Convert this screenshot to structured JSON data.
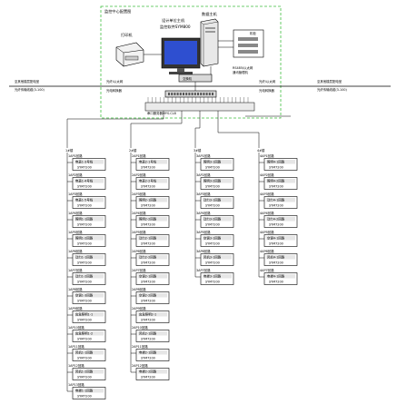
{
  "monitor_center": {
    "title": "监控中心配置图",
    "printer_label": "打印机",
    "computer_label": "设计单位主机",
    "computer_sublabel": "监控软件SYM800",
    "host_label": "数据主机",
    "cabinet_label": "机柜",
    "rs_label": "RS485/以太网",
    "converter_label": "通讯管理机",
    "switch_label": "交换机",
    "gateway_label": "串口服务器MYS-CL8"
  },
  "bus": {
    "left_label_1": "至其他楼层配电室",
    "left_label_2": "光纤传输线缆(3-100)",
    "right_label_1": "至其他楼层配电室",
    "right_label_2": "光纤传输线缆(3-100)",
    "mid_left": "光纤/以太网",
    "mid_right": "光纤/以太网",
    "mid_left2": "光电转换器",
    "mid_right2": "光电转换器"
  },
  "columns": [
    {
      "header": "1#楼",
      "items": [
        {
          "tag": "1AP1回路",
          "name": "电表1-3号线",
          "model": "SYM7200"
        },
        {
          "tag": "1AP2回路",
          "name": "电表1-4号线",
          "model": "SYM7200"
        },
        {
          "tag": "1AP3回路",
          "name": "电表1-5号线",
          "model": "SYM7200"
        },
        {
          "tag": "1AP4回路",
          "name": "照明1-1回路",
          "model": "SYM7200"
        },
        {
          "tag": "1AP5回路",
          "name": "照明1-2回路",
          "model": "SYM7200"
        },
        {
          "tag": "1AP6回路",
          "name": "动力1-1回路",
          "model": "SYM7200"
        },
        {
          "tag": "1AP7回路",
          "name": "动力1-2回路",
          "model": "SYM7200"
        },
        {
          "tag": "1AP8回路",
          "name": "空调1-3回路",
          "model": "SYM7200"
        },
        {
          "tag": "1AP9回路",
          "name": "应急照明1-1",
          "model": "SYM7200"
        },
        {
          "tag": "1AP10回路",
          "name": "应急照明1-2",
          "model": "SYM7200"
        },
        {
          "tag": "1AP11回路",
          "name": "风机1-1回路",
          "model": "SYM7200"
        },
        {
          "tag": "1AP12回路",
          "name": "风机1-2回路",
          "model": "SYM7200"
        },
        {
          "tag": "1AP13回路",
          "name": "电梯1-1回路",
          "model": "SYM7200"
        }
      ]
    },
    {
      "header": "2#楼",
      "items": [
        {
          "tag": "2AP1回路",
          "name": "电表2-1号线",
          "model": "SYM7200"
        },
        {
          "tag": "2AP2回路",
          "name": "电表2-2号线",
          "model": "SYM7200"
        },
        {
          "tag": "2AP3回路",
          "name": "照明2-1回路",
          "model": "SYM7200"
        },
        {
          "tag": "2AP4回路",
          "name": "照明2-2回路",
          "model": "SYM7200"
        },
        {
          "tag": "2AP5回路",
          "name": "动力2-1回路",
          "model": "SYM7200"
        },
        {
          "tag": "2AP6回路",
          "name": "动力2-2回路",
          "model": "SYM7200"
        },
        {
          "tag": "2AP7回路",
          "name": "空调2-1回路",
          "model": "SYM7200"
        },
        {
          "tag": "2AP8回路",
          "name": "空调2-2回路",
          "model": "SYM7200"
        },
        {
          "tag": "2AP9回路",
          "name": "应急照明2-1",
          "model": "SYM7200"
        },
        {
          "tag": "2AP10回路",
          "name": "风机2-1回路",
          "model": "SYM7200"
        },
        {
          "tag": "2AP11回路",
          "name": "电梯2-1回路",
          "model": "SYM7200"
        },
        {
          "tag": "2AP12回路",
          "name": "电梯2-2回路",
          "model": "SYM7200"
        }
      ]
    },
    {
      "header": "3#楼",
      "items": [
        {
          "tag": "3AP1回路",
          "name": "照明3-1回路",
          "model": "SYM7200"
        },
        {
          "tag": "3AP2回路",
          "name": "照明3-2回路",
          "model": "SYM7200"
        },
        {
          "tag": "3AP3回路",
          "name": "动力3-1回路",
          "model": "SYM7200"
        },
        {
          "tag": "3AP4回路",
          "name": "动力3-2回路",
          "model": "SYM7200"
        },
        {
          "tag": "3AP5回路",
          "name": "空调3-1回路",
          "model": "SYM7200"
        },
        {
          "tag": "3AP6回路",
          "name": "风机3-1回路",
          "model": "SYM7200"
        },
        {
          "tag": "3AP7回路",
          "name": "电梯3-1回路",
          "model": "SYM7200"
        }
      ]
    },
    {
      "header": "4#楼",
      "items": [
        {
          "tag": "4AP1回路",
          "name": "照明4-1回路",
          "model": "SYM7200"
        },
        {
          "tag": "4AP2回路",
          "name": "照明4-2回路",
          "model": "SYM7200"
        },
        {
          "tag": "4AP3回路",
          "name": "动力4-1回路",
          "model": "SYM7200"
        },
        {
          "tag": "4AP4回路",
          "name": "动力4-2回路",
          "model": "SYM7200"
        },
        {
          "tag": "4AP5回路",
          "name": "空调4-1回路",
          "model": "SYM7200"
        },
        {
          "tag": "4AP6回路",
          "name": "风机4-1回路",
          "model": "SYM7200"
        },
        {
          "tag": "4AP7回路",
          "name": "电梯4-1回路",
          "model": "SYM7200"
        }
      ]
    }
  ],
  "colors": {
    "border_green": "#3fbf3f",
    "line": "#000000",
    "screen": "#2e4fd0"
  }
}
